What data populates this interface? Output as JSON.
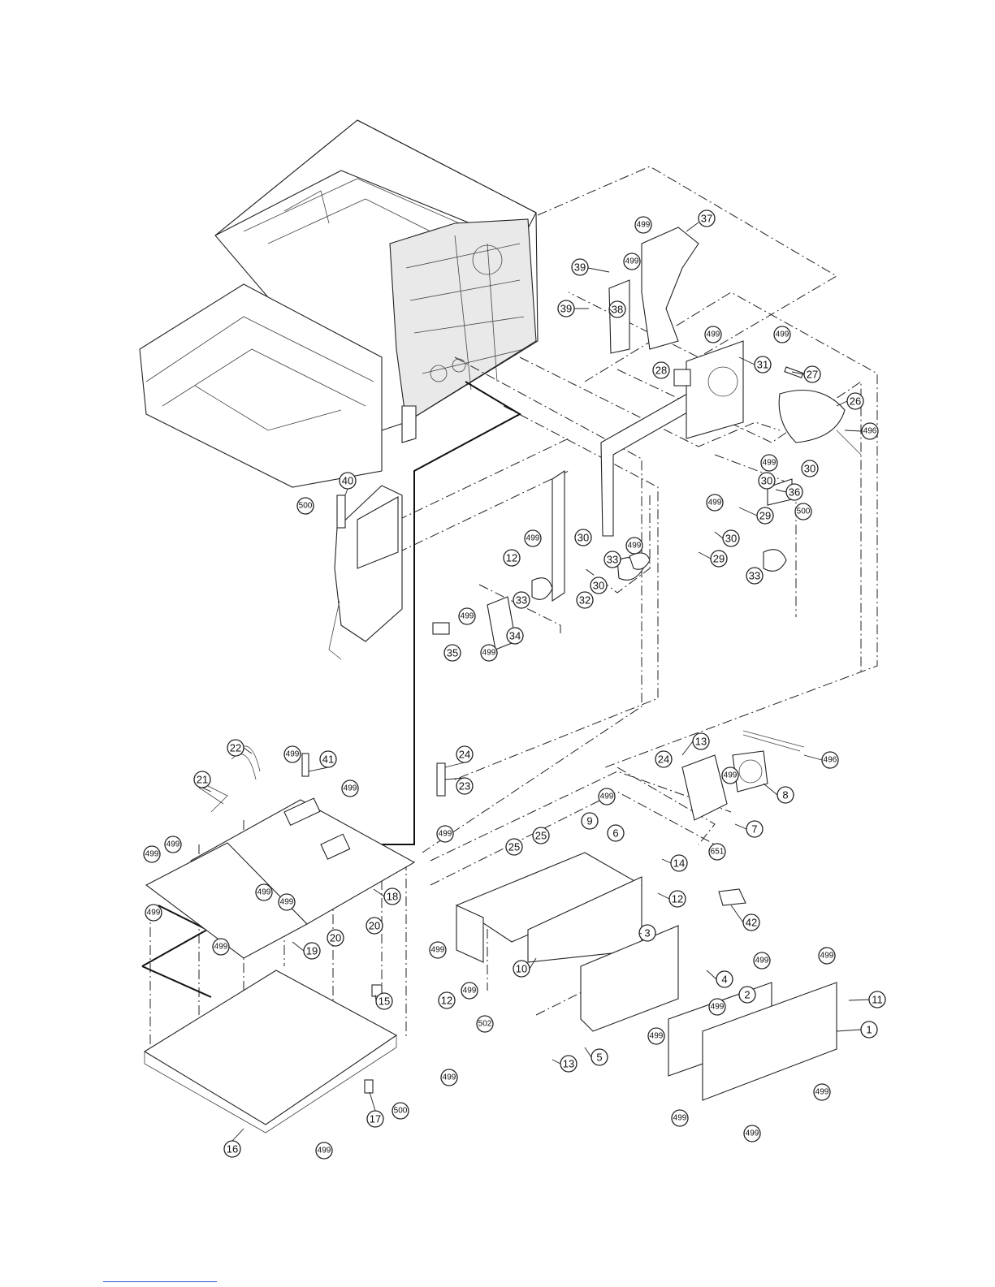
{
  "diagram": {
    "type": "exploded-parts-view",
    "callouts": [
      {
        "id": "c37",
        "label": "37"
      },
      {
        "id": "c499a",
        "label": "499"
      },
      {
        "id": "c499b",
        "label": "499"
      },
      {
        "id": "c39a",
        "label": "39"
      },
      {
        "id": "c39b",
        "label": "39"
      },
      {
        "id": "c38",
        "label": "38"
      },
      {
        "id": "c499c",
        "label": "499"
      },
      {
        "id": "c499d",
        "label": "499"
      },
      {
        "id": "c31",
        "label": "31"
      },
      {
        "id": "c27",
        "label": "27"
      },
      {
        "id": "c28",
        "label": "28"
      },
      {
        "id": "c26",
        "label": "26"
      },
      {
        "id": "c496a",
        "label": "496"
      },
      {
        "id": "c30a",
        "label": "30"
      },
      {
        "id": "c499e",
        "label": "499"
      },
      {
        "id": "c30b",
        "label": "30"
      },
      {
        "id": "c36",
        "label": "36"
      },
      {
        "id": "c500a",
        "label": "500"
      },
      {
        "id": "c29a",
        "label": "29"
      },
      {
        "id": "c499f",
        "label": "499"
      },
      {
        "id": "c30c",
        "label": "30"
      },
      {
        "id": "c29b",
        "label": "29"
      },
      {
        "id": "c30d",
        "label": "30"
      },
      {
        "id": "c499g",
        "label": "499"
      },
      {
        "id": "c40",
        "label": "40"
      },
      {
        "id": "c500b",
        "label": "500"
      },
      {
        "id": "c499h",
        "label": "499"
      },
      {
        "id": "c12a",
        "label": "12"
      },
      {
        "id": "c33a",
        "label": "33"
      },
      {
        "id": "c30e",
        "label": "30"
      },
      {
        "id": "c33b",
        "label": "33"
      },
      {
        "id": "c32",
        "label": "32"
      },
      {
        "id": "c33c",
        "label": "33"
      },
      {
        "id": "c499i",
        "label": "499"
      },
      {
        "id": "c34",
        "label": "34"
      },
      {
        "id": "c499j",
        "label": "499"
      },
      {
        "id": "c35",
        "label": "35"
      },
      {
        "id": "c22",
        "label": "22"
      },
      {
        "id": "c499k",
        "label": "499"
      },
      {
        "id": "c41",
        "label": "41"
      },
      {
        "id": "c24a",
        "label": "24"
      },
      {
        "id": "c499l",
        "label": "499"
      },
      {
        "id": "c23",
        "label": "23"
      },
      {
        "id": "c21",
        "label": "21"
      },
      {
        "id": "c499m",
        "label": "499"
      },
      {
        "id": "c499n",
        "label": "499"
      },
      {
        "id": "c499o",
        "label": "499"
      },
      {
        "id": "c499p",
        "label": "499"
      },
      {
        "id": "c18",
        "label": "18"
      },
      {
        "id": "c499q",
        "label": "499"
      },
      {
        "id": "c499r",
        "label": "499"
      },
      {
        "id": "c20a",
        "label": "20"
      },
      {
        "id": "c20b",
        "label": "20"
      },
      {
        "id": "c19",
        "label": "19"
      },
      {
        "id": "c499s",
        "label": "499"
      },
      {
        "id": "c15",
        "label": "15"
      },
      {
        "id": "c499t",
        "label": "499"
      },
      {
        "id": "c500c",
        "label": "500"
      },
      {
        "id": "c17",
        "label": "17"
      },
      {
        "id": "c16",
        "label": "16"
      },
      {
        "id": "c499u",
        "label": "499"
      },
      {
        "id": "c13a",
        "label": "13"
      },
      {
        "id": "c24b",
        "label": "24"
      },
      {
        "id": "c499v",
        "label": "499"
      },
      {
        "id": "c496b",
        "label": "496"
      },
      {
        "id": "c8",
        "label": "8"
      },
      {
        "id": "c499w",
        "label": "499"
      },
      {
        "id": "c9",
        "label": "9"
      },
      {
        "id": "c6",
        "label": "6"
      },
      {
        "id": "c7",
        "label": "7"
      },
      {
        "id": "c25a",
        "label": "25"
      },
      {
        "id": "c25b",
        "label": "25"
      },
      {
        "id": "c651",
        "label": "651"
      },
      {
        "id": "c14",
        "label": "14"
      },
      {
        "id": "c12b",
        "label": "12"
      },
      {
        "id": "c42",
        "label": "42"
      },
      {
        "id": "c3",
        "label": "3"
      },
      {
        "id": "c499x",
        "label": "499"
      },
      {
        "id": "c10",
        "label": "10"
      },
      {
        "id": "c499y",
        "label": "499"
      },
      {
        "id": "c4",
        "label": "4"
      },
      {
        "id": "c12c",
        "label": "12"
      },
      {
        "id": "c499z",
        "label": "499"
      },
      {
        "id": "c502",
        "label": "502"
      },
      {
        "id": "c499aa",
        "label": "499"
      },
      {
        "id": "c499ab",
        "label": "499"
      },
      {
        "id": "c2",
        "label": "2"
      },
      {
        "id": "c499ac",
        "label": "499"
      },
      {
        "id": "c11",
        "label": "11"
      },
      {
        "id": "c1",
        "label": "1"
      },
      {
        "id": "c13b",
        "label": "13"
      },
      {
        "id": "c5",
        "label": "5"
      },
      {
        "id": "c499ad",
        "label": "499"
      },
      {
        "id": "c499ae",
        "label": "499"
      },
      {
        "id": "c499af",
        "label": "499"
      }
    ]
  }
}
